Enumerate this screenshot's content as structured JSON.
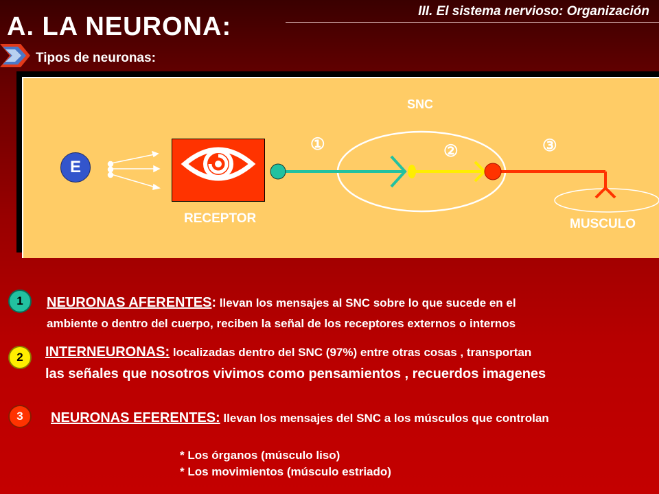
{
  "header": {
    "subtitle": "III. El sistema nervioso: Organización",
    "title": "A. LA NEURONA:",
    "section_heading": "Tipos de neuronas:"
  },
  "diagram": {
    "snc_label": "SNC",
    "stimulus_label": "E",
    "receptor_label": "RECEPTOR",
    "muscle_label": "MUSCULO",
    "markers": [
      "①",
      "②",
      "③"
    ],
    "colors": {
      "afferent": "#22c1a0",
      "interneuron": "#ffee00",
      "efferent": "#ff3300",
      "stimulus": "#3355cc",
      "receptor_box": "#ff3300"
    }
  },
  "items": [
    {
      "number": "1",
      "heading": "NEURONAS AFERENTES",
      "separator": ":",
      "text_line1": " llevan los mensajes al SNC sobre lo que sucede en el",
      "text_line2": "ambiente o dentro del cuerpo, reciben la señal de los receptores externos o internos",
      "circle_color": "#22c1a0"
    },
    {
      "number": "2",
      "heading": "INTERNEURONAS:",
      "text_line1": " localizadas dentro del SNC (97%) entre otras cosas , transportan",
      "text_line2": "las señales que nosotros vivimos como pensamientos , recuerdos imagenes",
      "circle_color": "#ffee00"
    },
    {
      "number": "3",
      "heading": "NEURONAS EFERENTES:",
      "text_line1": " llevan los mensajes del SNC a los músculos que controlan",
      "circle_color": "#ff3300"
    }
  ],
  "notes": [
    "* Los órganos  (músculo liso)",
    "* Los movimientos (músculo estriado)"
  ]
}
